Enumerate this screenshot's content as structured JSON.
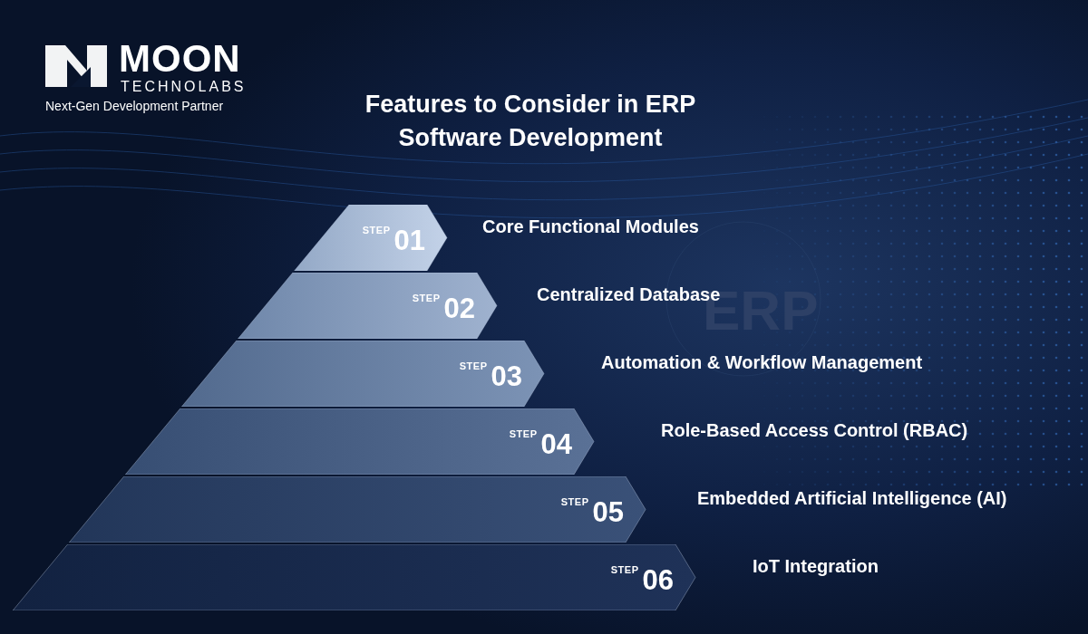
{
  "diagram": {
    "title": "Features to Consider in ERP Software Development",
    "nodes": [
      {
        "text": [
          "STEP",
          "01",
          "Core Functional Modules"
        ]
      },
      {
        "text": [
          "STEP",
          "02",
          "Centralized Database"
        ]
      },
      {
        "text": [
          "STEP",
          "03",
          "Automation & Workflow Management"
        ]
      },
      {
        "text": [
          "STEP",
          "04",
          "Role-Based Access Control (RBAC)"
        ]
      },
      {
        "text": [
          "STEP",
          "05",
          "Embedded Artificial Intelligence (AI)"
        ]
      },
      {
        "text": [
          "STEP",
          "06",
          "IoT Integration"
        ]
      }
    ],
    "labels": [
      "MOON",
      "TECHNOLABS",
      "Next-Gen Development Partner",
      "ERP"
    ]
  }
}
